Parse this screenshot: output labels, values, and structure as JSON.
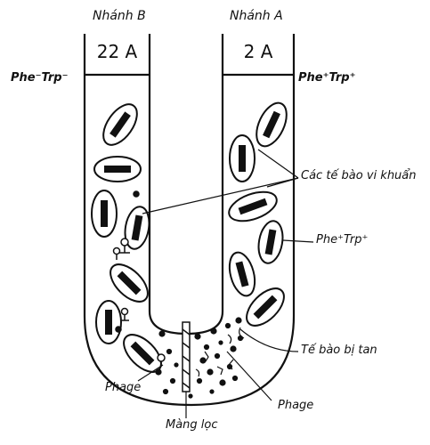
{
  "labels": {
    "branch_b": "Nhánh B",
    "branch_a": "Nhánh A",
    "strain_b": "22 A",
    "strain_a": "2 A",
    "genotype_b": "Phe⁻Trp⁻",
    "genotype_a_top": "Phe⁺Trp⁺",
    "bacteria_cells": "Các tế bào vi khuẩn",
    "genotype_a_mid": "Phe⁺Trp⁺",
    "lysed_cell": "Tế bào bị tan",
    "phage_left": "Phage",
    "phage_right": "Phage",
    "filter": "Màng lọc"
  },
  "colors": {
    "ink": "#111111",
    "paper": "#ffffff"
  }
}
